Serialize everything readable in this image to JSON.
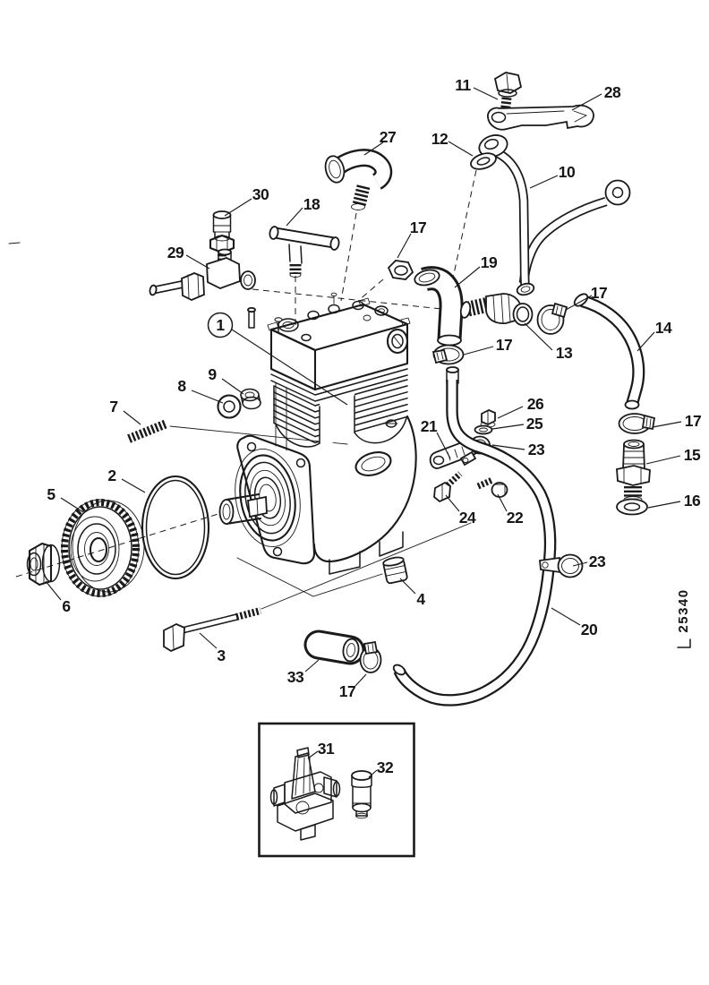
{
  "diagram": {
    "background_color": "#ffffff",
    "ink_color": "#1a1a1a",
    "drawing_number": "25340",
    "callouts": [
      "1",
      "2",
      "3",
      "4",
      "5",
      "6",
      "7",
      "8",
      "9",
      "10",
      "11",
      "12",
      "13",
      "14",
      "15",
      "16",
      "17",
      "17",
      "17",
      "17",
      "17",
      "18",
      "19",
      "20",
      "21",
      "22",
      "23",
      "23",
      "24",
      "25",
      "26",
      "27",
      "28",
      "29",
      "30",
      "31",
      "32",
      "33"
    ]
  }
}
